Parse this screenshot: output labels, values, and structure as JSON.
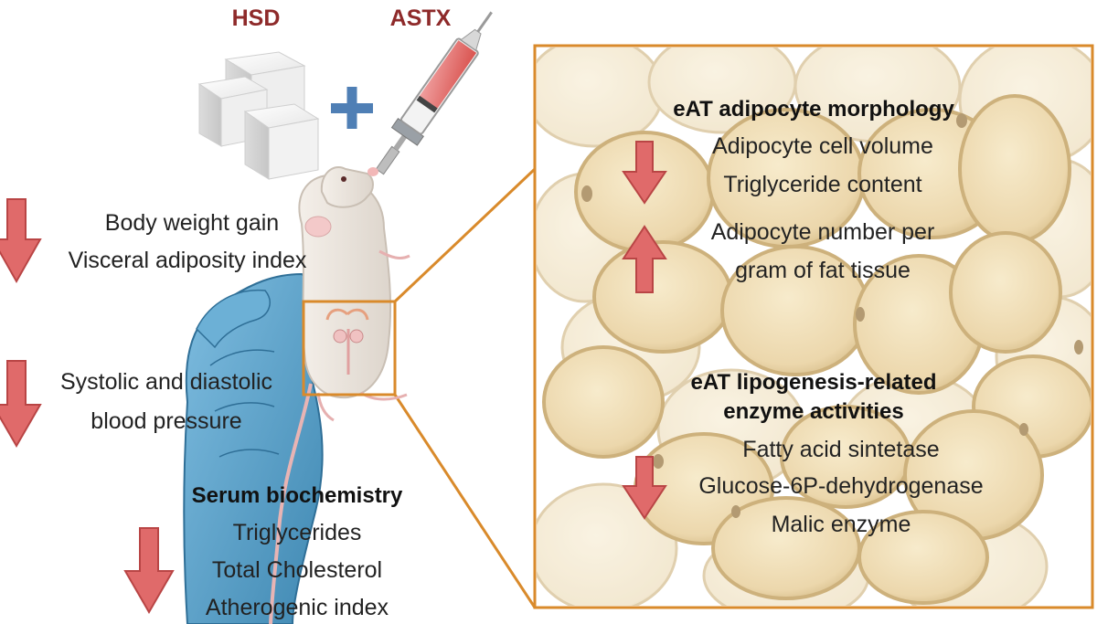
{
  "labels": {
    "treatment_1": "HSD",
    "treatment_2": "ASTX"
  },
  "left_effects": {
    "group1": [
      "Body weight gain",
      "Visceral adiposity index"
    ],
    "group2": [
      "Systolic and diastolic",
      "blood pressure"
    ],
    "serum": {
      "title": "Serum biochemistry",
      "items": [
        "Triglycerides",
        "Total Cholesterol",
        "Atherogenic index"
      ]
    }
  },
  "right_panel": {
    "morphology": {
      "title": "eAT adipocyte morphology",
      "decreased": [
        "Adipocyte cell volume",
        "Triglyceride content"
      ],
      "increased": [
        "Adipocyte number per",
        "gram of fat tissue"
      ]
    },
    "lipogenesis": {
      "title_lines": [
        "eAT lipogenesis-related",
        "enzyme activities"
      ],
      "decreased": [
        "Fatty acid sintetase",
        "Glucose-6P-dehydrogenase",
        "Malic enzyme"
      ]
    }
  },
  "colors": {
    "arrow_fill": "#e06a6a",
    "arrow_stroke": "#b94545",
    "accent_orange": "#d98a2b",
    "header_red": "#8e2a2a",
    "glove_blue": "#5aa3c9",
    "plus_blue": "#4f7fb5",
    "adipocyte_fill": "#f0dfb8"
  }
}
